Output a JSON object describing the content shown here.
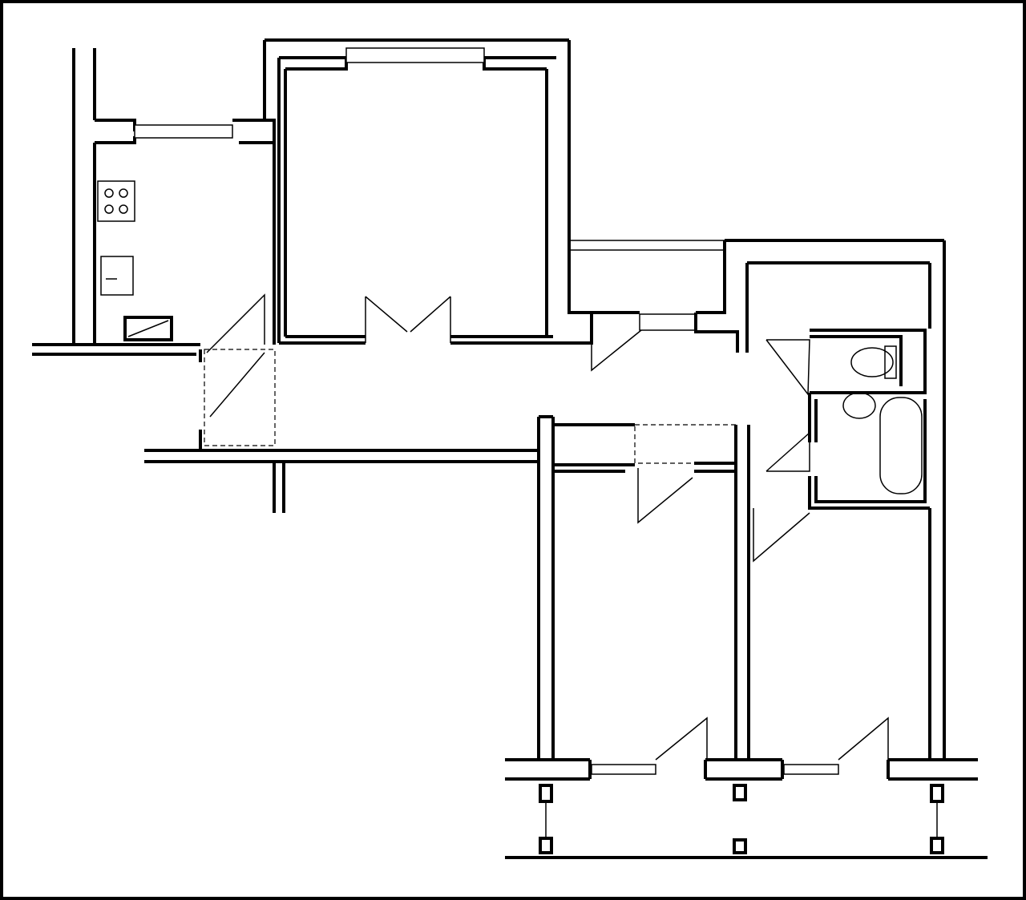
{
  "plan": {
    "stroke_color": "#000000",
    "background_color": "#ffffff",
    "rooms": [
      "kitchen",
      "living-room",
      "entry-corridor",
      "storage-closet",
      "wc",
      "bathroom",
      "bedroom-left",
      "bedroom-right",
      "balcony"
    ],
    "fixtures": [
      "stove-icon",
      "sink-icon",
      "radiator-icon",
      "toilet-icon",
      "bathtub-icon",
      "washbasin-icon"
    ]
  }
}
